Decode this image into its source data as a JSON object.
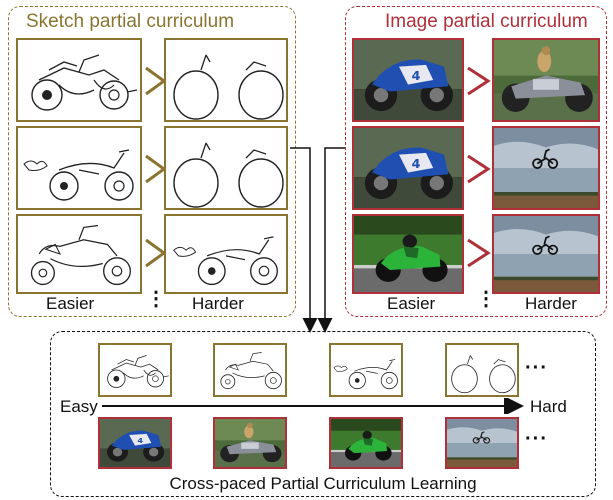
{
  "sketch_panel": {
    "title": "Sketch partial curriculum",
    "easier_label": "Easier",
    "harder_label": "Harder",
    "ellipsis": "⋮",
    "color": "#8a7530"
  },
  "image_panel": {
    "title": "Image partial curriculum",
    "easier_label": "Easier",
    "harder_label": "Harder",
    "ellipsis": "⋮",
    "color": "#b0303a"
  },
  "bottom_panel": {
    "title": "Cross-paced Partial Curriculum Learning",
    "easy_label": "Easy",
    "hard_label": "Hard",
    "ellipsis_top": "···",
    "ellipsis_bottom": "···"
  }
}
